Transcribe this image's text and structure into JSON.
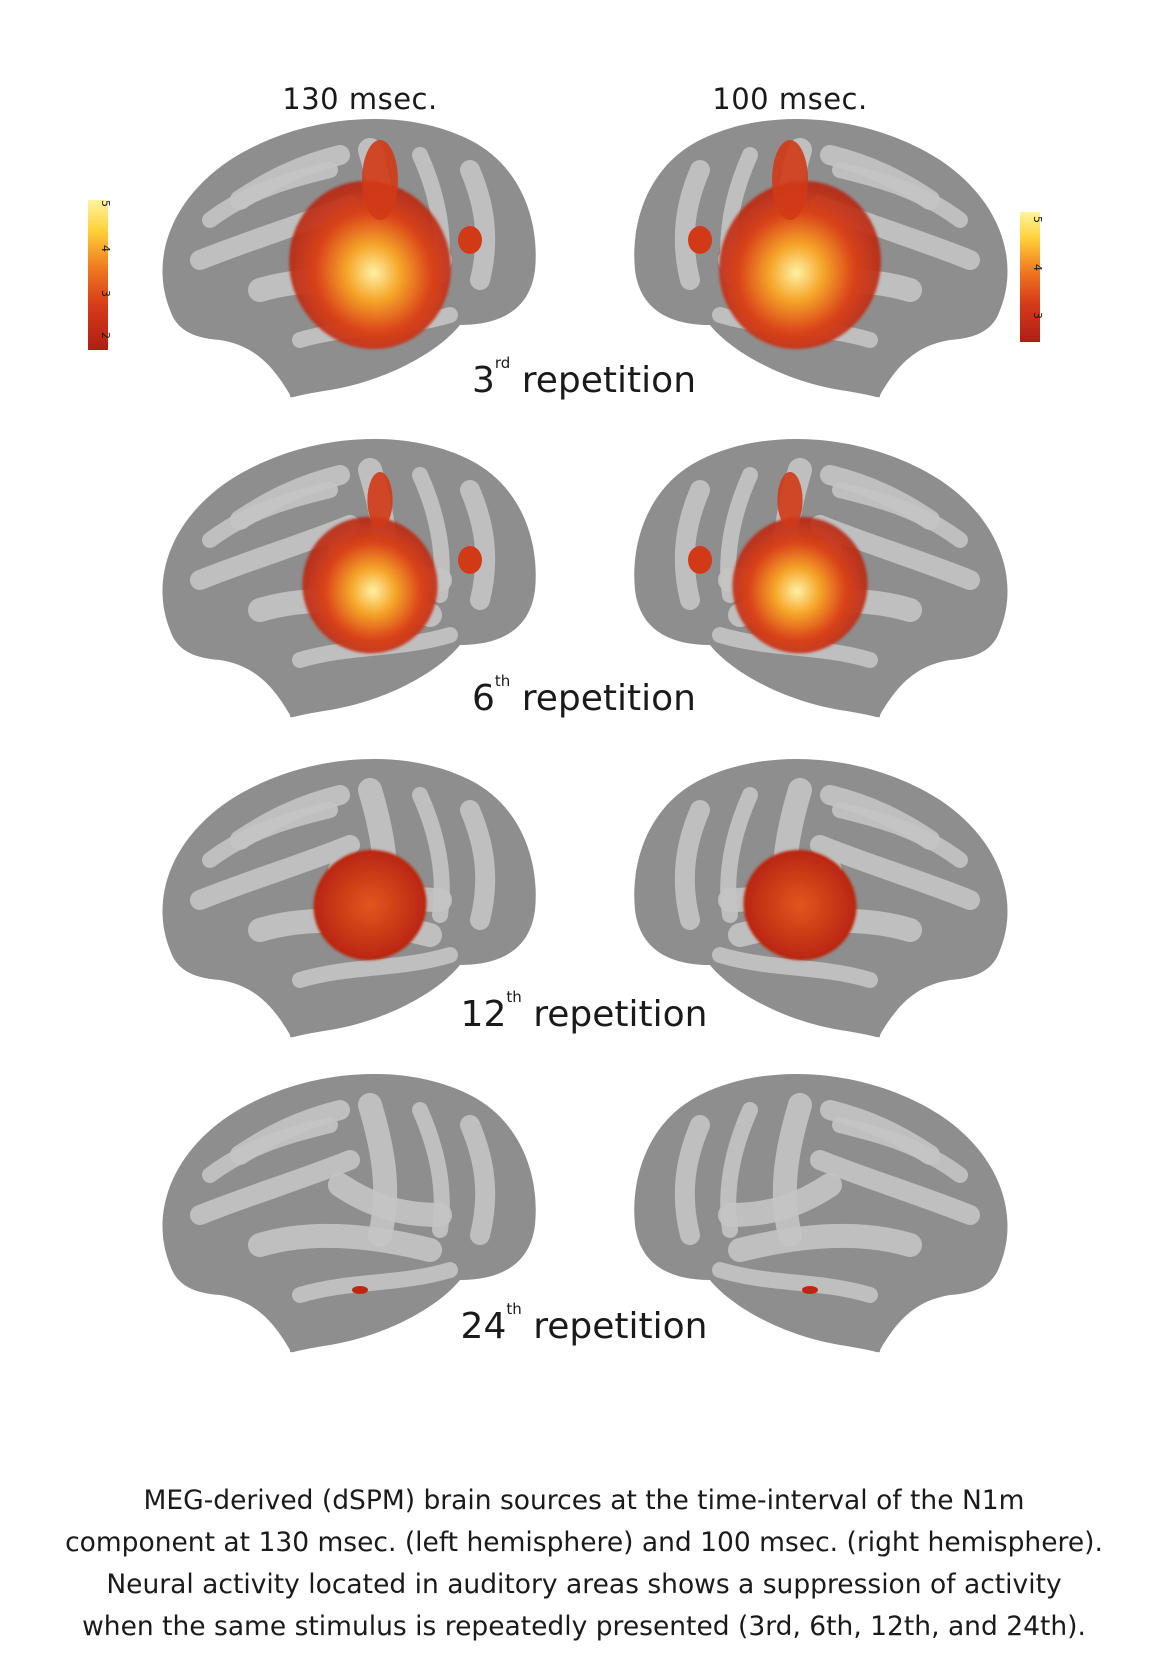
{
  "columns": {
    "left_title": "130 msec.",
    "right_title": "100 msec."
  },
  "rows": [
    {
      "num": "3",
      "sup": "rd",
      "text": " repetition",
      "intensity": 1.0
    },
    {
      "num": "6",
      "sup": "th",
      "text": " repetition",
      "intensity": 0.7
    },
    {
      "num": "12",
      "sup": "th",
      "text": " repetition",
      "intensity": 0.45
    },
    {
      "num": "24",
      "sup": "th",
      "text": " repetition",
      "intensity": 0.05
    }
  ],
  "scale_left": {
    "ticks": [
      "5",
      "4",
      "3",
      "2"
    ]
  },
  "scale_right": {
    "ticks": [
      "5",
      "4",
      "3"
    ]
  },
  "caption": {
    "line1": "MEG-derived (dSPM) brain sources at the time-interval of the N1m",
    "line2": "component at 130 msec. (left hemisphere) and 100 msec. (right hemisphere).",
    "line3": "Neural activity located in auditory areas shows a suppression of activity",
    "line4": "when the same stimulus is repeatedly presented (3rd, 6th, 12th, and 24th)."
  },
  "colors": {
    "brain_dark": "#8e8e8e",
    "brain_light": "#c4c4c4",
    "active_low": "#c0260f",
    "active_mid": "#f07a20",
    "active_high": "#ffe27a"
  }
}
